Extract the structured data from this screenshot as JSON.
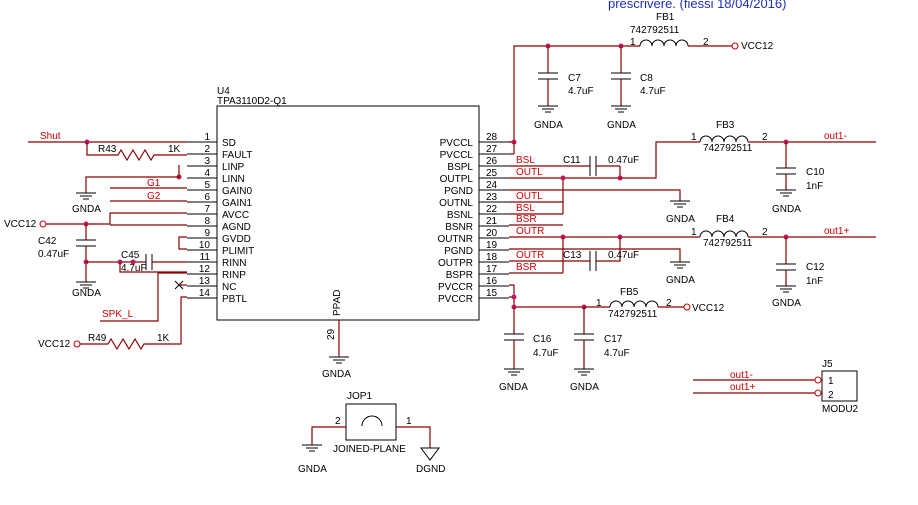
{
  "note": "prescrivere. (fiessi 18/04/2016)",
  "u4": {
    "ref": "U4",
    "part": "TPA3110D2-Q1",
    "ppad": "PPAD",
    "ppad_pin": "29",
    "left_pins": [
      {
        "num": "1",
        "name": "SD"
      },
      {
        "num": "2",
        "name": "FAULT"
      },
      {
        "num": "3",
        "name": "LINP"
      },
      {
        "num": "4",
        "name": "LINN"
      },
      {
        "num": "5",
        "name": "GAIN0"
      },
      {
        "num": "6",
        "name": "GAIN1"
      },
      {
        "num": "7",
        "name": "AVCC"
      },
      {
        "num": "8",
        "name": "AGND"
      },
      {
        "num": "9",
        "name": "GVDD"
      },
      {
        "num": "10",
        "name": "PLIMIT"
      },
      {
        "num": "11",
        "name": "RINN"
      },
      {
        "num": "12",
        "name": "RINP"
      },
      {
        "num": "13",
        "name": "NC"
      },
      {
        "num": "14",
        "name": "PBTL"
      }
    ],
    "right_pins": [
      {
        "num": "28",
        "name": "PVCCL"
      },
      {
        "num": "27",
        "name": "PVCCL"
      },
      {
        "num": "26",
        "name": "BSPL"
      },
      {
        "num": "25",
        "name": "OUTPL"
      },
      {
        "num": "24",
        "name": "PGND"
      },
      {
        "num": "23",
        "name": "OUTNL"
      },
      {
        "num": "22",
        "name": "BSNL"
      },
      {
        "num": "21",
        "name": "BSNR"
      },
      {
        "num": "20",
        "name": "OUTNR"
      },
      {
        "num": "19",
        "name": "PGND"
      },
      {
        "num": "18",
        "name": "OUTPR"
      },
      {
        "num": "17",
        "name": "BSPR"
      },
      {
        "num": "16",
        "name": "PVCCR"
      },
      {
        "num": "15",
        "name": "PVCCR"
      }
    ]
  },
  "nets": {
    "shut": "Shut",
    "g1": "G1",
    "g2": "G2",
    "spk": "SPK_L",
    "vcc12": "VCC12",
    "bsl": "BSL",
    "outl": "OUTL",
    "bsr": "BSR",
    "outr": "OUTR",
    "out1m": "out1-",
    "out1p": "out1+"
  },
  "components": {
    "r43": {
      "ref": "R43",
      "value": "1K"
    },
    "r49": {
      "ref": "R49",
      "value": "1K"
    },
    "c42": {
      "ref": "C42",
      "value": "0.47uF"
    },
    "c45": {
      "ref": "C45",
      "value": "4.7uF"
    },
    "c7": {
      "ref": "C7",
      "value": "4.7uF"
    },
    "c8": {
      "ref": "C8",
      "value": "4.7uF"
    },
    "c11": {
      "ref": "C11",
      "value": "0.47uF"
    },
    "c13": {
      "ref": "C13",
      "value": "0.47uF"
    },
    "c10": {
      "ref": "C10",
      "value": "1nF"
    },
    "c12": {
      "ref": "C12",
      "value": "1nF"
    },
    "c16": {
      "ref": "C16",
      "value": "4.7uF"
    },
    "c17": {
      "ref": "C17",
      "value": "4.7uF"
    },
    "fb1": {
      "ref": "FB1",
      "value": "742792511",
      "p1": "1",
      "p2": "2"
    },
    "fb3": {
      "ref": "FB3",
      "value": "742792511",
      "p1": "1",
      "p2": "2"
    },
    "fb4": {
      "ref": "FB4",
      "value": "742792511",
      "p1": "1",
      "p2": "2"
    },
    "fb5": {
      "ref": "FB5",
      "value": "742792511",
      "p1": "1",
      "p2": "2"
    },
    "j5": {
      "ref": "J5",
      "part": "MODU2",
      "p1": "1",
      "p2": "2"
    },
    "jop1": {
      "ref": "JOP1",
      "part": "JOINED-PLANE",
      "p1": "1",
      "p2": "2"
    }
  },
  "grounds": {
    "gnda": "GNDA",
    "dgnd": "DGND"
  }
}
